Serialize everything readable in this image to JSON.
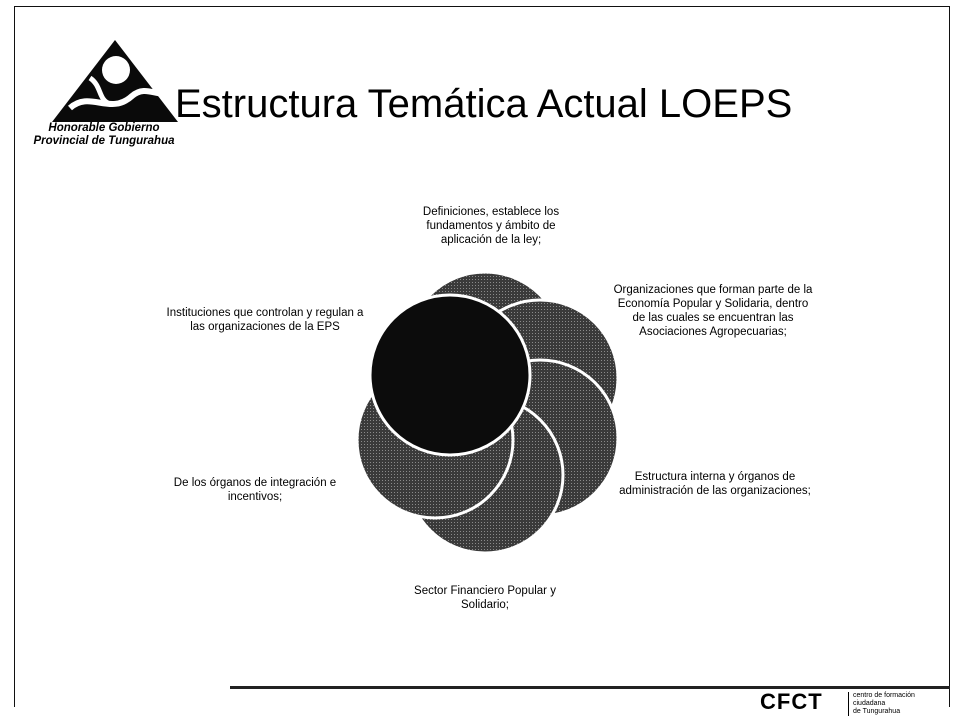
{
  "header": {
    "title": "Estructura Temática Actual LOEPS",
    "logo_caption_line1": "Honorable Gobierno",
    "logo_caption_line2": "Provincial de Tungurahua"
  },
  "diagram": {
    "segments": [
      {
        "label": "Definiciones, establece los fundamentos y ámbito de aplicación de la ley;"
      },
      {
        "label": "Organizaciones que forman parte de la Economía Popular y Solidaria, dentro de las cuales se encuentran las Asociaciones Agropecuarias;"
      },
      {
        "label": "Estructura interna y órganos de administración de las organizaciones;"
      },
      {
        "label": "Sector Financiero Popular y Solidario;"
      },
      {
        "label": "De los órganos de integración e incentivos;"
      },
      {
        "label": "Instituciones que controlan y regulan a las organizaciones de la EPS"
      }
    ]
  },
  "footer": {
    "brand": "CFCT",
    "sub_line1": "centro de formación",
    "sub_line2": "ciudadana",
    "sub_line3": "de Tungurahua"
  },
  "colors": {
    "circle_fill": "#0c0c0c",
    "circle_stroke": "#ffffff"
  }
}
